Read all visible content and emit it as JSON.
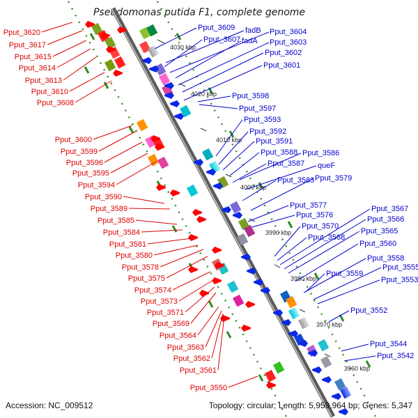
{
  "title": "Pseudomonas putida F1, complete genome",
  "accession_text": "Accession: NC_009512",
  "summary_text": "Topology: circular; Length: 5,959,964 bp; Genes: 5,347",
  "scale_labels": [
    "4030 kbp",
    "4020 kbp",
    "4010 kbp",
    "4000 kbp",
    "3990 kbp",
    "3980 kbp",
    "3970 kbp",
    "3960 kbp"
  ],
  "left_labels": [
    "Pput_3620",
    "Pput_3617",
    "Pput_3615",
    "Pput_3614",
    "Pput_3613",
    "Pput_3610",
    "Pput_3608",
    "Pput_3600",
    "Pput_3599",
    "Pput_3596",
    "Pput_3595",
    "Pput_3594",
    "Pput_3590",
    "Pput_3589",
    "Pput_3585",
    "Pput_3584",
    "Pput_3581",
    "Pput_3580",
    "Pput_3578",
    "Pput_3575",
    "Pput_3574",
    "Pput_3573",
    "Pput_3571",
    "Pput_3569",
    "Pput_3564",
    "Pput_3563",
    "Pput_3562",
    "Pput_3561",
    "Pput_3550"
  ],
  "right_labels": [
    "Pput_3609",
    "fadB",
    "Pput_3604",
    "Pput_3607",
    "fadA",
    "Pput_3603",
    "Pput_3602",
    "Pput_3601",
    "Pput_3598",
    "Pput_3597",
    "Pput_3593",
    "Pput_3592",
    "Pput_3591",
    "Pput_3588",
    "Pput_3586",
    "Pput_3587",
    "queF",
    "Pput_3583",
    "Pput_3579",
    "Pput_3577",
    "Pput_3576",
    "Pput_3570",
    "Pput_3568",
    "Pput_3567",
    "Pput_3566",
    "Pput_3565",
    "Pput_3560",
    "Pput_3558",
    "Pput_3559",
    "Pput_3555",
    "Pput_3553",
    "Pput_3552",
    "Pput_3544",
    "Pput_3542"
  ],
  "colors": {
    "left_label": "#dd0000",
    "right_label": "#0000cc",
    "backbone": "#8a8a8a",
    "forward_arrow": "#ff0000",
    "reverse_arrow": "#0a28e6",
    "gc_dots": "#2b8a1e"
  }
}
